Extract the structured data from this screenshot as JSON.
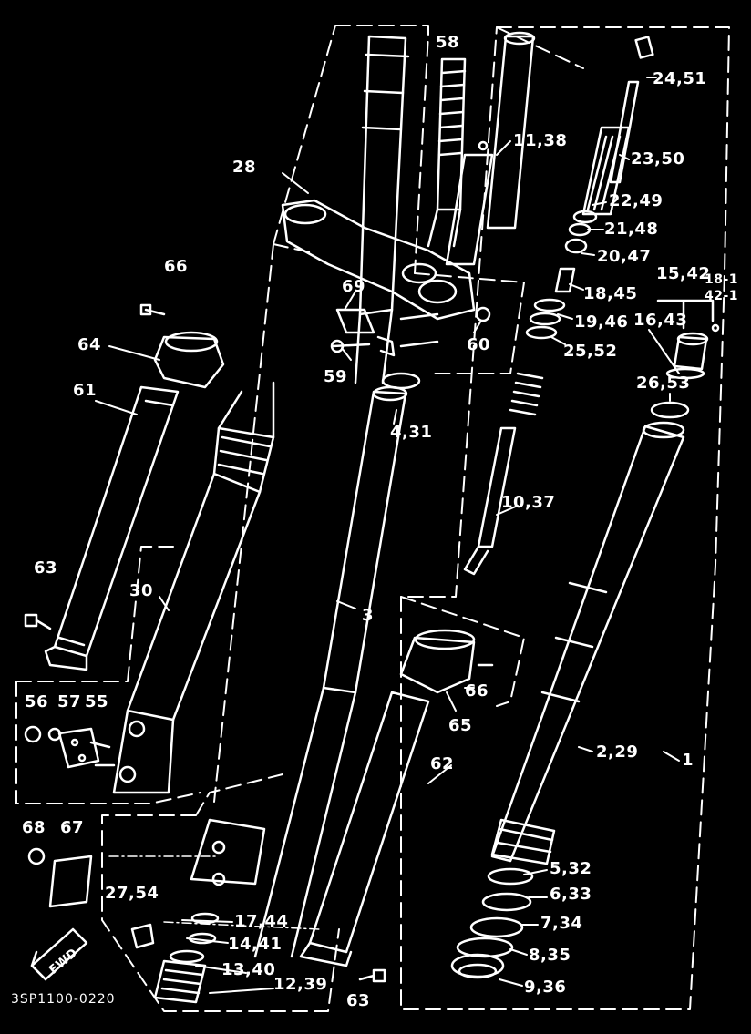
{
  "diagram": {
    "code": "3SP1100-0220",
    "fwd_label": "FWD",
    "labels": {
      "l_24_51": "24,51",
      "l_58": "58",
      "l_11_38": "11,38",
      "l_23_50": "23,50",
      "l_28": "28",
      "l_22_49": "22,49",
      "l_21_48": "21,48",
      "l_20_47": "20,47",
      "l_15_42": "15,42",
      "l_18_1": "18-1",
      "l_42_1": "42-1",
      "l_66a": "66",
      "l_18_45": "18,45",
      "l_69": "69",
      "l_16_43": "16,43",
      "l_19_46": "19,46",
      "l_64": "64",
      "l_60": "60",
      "l_25_52": "25,52",
      "l_59": "59",
      "l_26_53": "26,53",
      "l_61": "61",
      "l_4_31": "4,31",
      "l_10_37": "10,37",
      "l_63a": "63",
      "l_30": "30",
      "l_3": "3",
      "l_66b": "66",
      "l_56": "56",
      "l_57": "57",
      "l_55": "55",
      "l_65": "65",
      "l_2_29": "2,29",
      "l_1": "1",
      "l_62": "62",
      "l_68": "68",
      "l_67": "67",
      "l_5_32": "5,32",
      "l_6_33": "6,33",
      "l_27_54": "27,54",
      "l_7_34": "7,34",
      "l_17_44": "17,44",
      "l_14_41": "14,41",
      "l_8_35": "8,35",
      "l_13_40": "13,40",
      "l_12_39": "12,39",
      "l_9_36": "9,36",
      "l_63b": "63"
    }
  }
}
